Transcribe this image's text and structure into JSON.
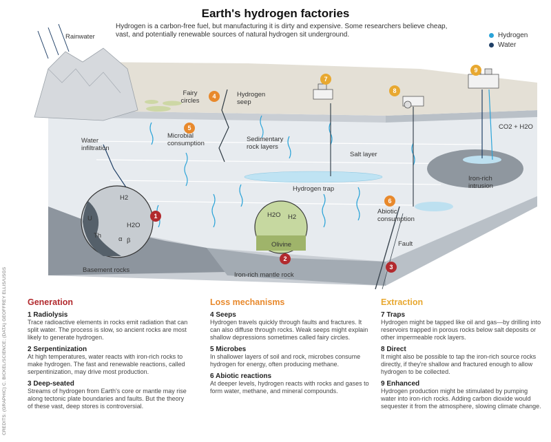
{
  "header": {
    "title": "Earth's hydrogen factories",
    "subtitle": "Hydrogen is a carbon-free fuel, but manufacturing it is dirty and expensive. Some researchers believe cheap, vast, and potentially renewable sources of natural hydrogen sit underground."
  },
  "legend": {
    "hydrogen": {
      "label": "Hydrogen",
      "color": "#2aa3d8"
    },
    "water": {
      "label": "Water",
      "color": "#1f3f66"
    }
  },
  "diagram_labels": {
    "rainwater": "Rainwater",
    "fairy_circles": "Fairy\ncircles",
    "hydrogen_seep": "Hydrogen\nseep",
    "microbial_consumption": "Microbial\nconsumption",
    "sedimentary_rock_layers": "Sedimentary\nrock layers",
    "salt_layer": "Salt layer",
    "water_infiltration": "Water\ninfiltration",
    "hydrogen_trap": "Hydrogen trap",
    "iron_rich_intrusion": "Iron-rich\nintrusion",
    "abiotic_consumption": "Abiotic\nconsumption",
    "fault": "Fault",
    "basement_rocks": "Basement rocks",
    "iron_rich_mantle_rock": "Iron-rich mantle rock",
    "olivine": "Olivine",
    "co2_h2o": "CO2 + H2O",
    "u": "U",
    "th": "Th",
    "alpha": "α",
    "beta": "β",
    "h2": "H2",
    "h2o": "H2O"
  },
  "badges": {
    "b1": "1",
    "b2": "2",
    "b3": "3",
    "b4": "4",
    "b5": "5",
    "b6": "6",
    "b7": "7",
    "b8": "8",
    "b9": "9"
  },
  "colors": {
    "generation": "#b22a2e",
    "loss": "#e8892c",
    "extraction": "#e8a830"
  },
  "columns": {
    "generation": {
      "heading": "Generation",
      "items": [
        {
          "title": "1 Radiolysis",
          "body": "Trace radioactive elements in rocks emit radiation that can split water. The process is slow, so ancient rocks are most likely to generate hydrogen."
        },
        {
          "title": "2 Serpentinization",
          "body": "At high temperatures, water reacts with iron-rich rocks to make hydrogen. The fast and renewable reactions, called serpentinization, may drive most production."
        },
        {
          "title": "3 Deep-seated",
          "body": "Streams of hydrogen from Earth's core or mantle may rise along tectonic plate boundaries and faults. But the theory of these vast, deep stores is controversial."
        }
      ]
    },
    "loss": {
      "heading": "Loss mechanisms",
      "items": [
        {
          "title": "4 Seeps",
          "body": "Hydrogen travels quickly through faults and fractures. It can also diffuse through rocks. Weak seeps might explain shallow depressions sometimes called fairy circles."
        },
        {
          "title": "5 Microbes",
          "body": "In shallower layers of soil and rock, microbes consume hydrogen for energy, often producing methane."
        },
        {
          "title": "6 Abiotic reactions",
          "body": "At deeper levels, hydrogen reacts with rocks and gases to form water, methane, and mineral compounds."
        }
      ]
    },
    "extraction": {
      "heading": "Extraction",
      "items": [
        {
          "title": "7 Traps",
          "body": "Hydrogen might be tapped like oil and gas—by drilling into reservoirs trapped in porous rocks below salt deposits or other impermeable rock layers."
        },
        {
          "title": "8 Direct",
          "body": "It might also be possible to tap the iron-rich source rocks directly, if they're shallow and fractured enough to allow hydrogen to be collected."
        },
        {
          "title": "9 Enhanced",
          "body": "Hydrogen production might be stimulated by pumping water into iron-rich rocks. Adding carbon dioxide would sequester it from the atmosphere, slowing climate change."
        }
      ]
    }
  },
  "credits": "CREDITS: (GRAPHIC) C. BICKEL/SCIENCE; (DATA) GEOFFREY ELLIS/USGS"
}
